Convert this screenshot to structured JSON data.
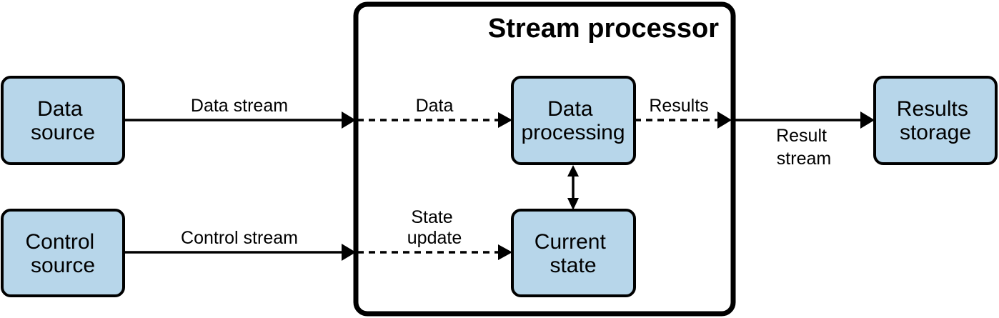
{
  "processor": {
    "title": "Stream processor"
  },
  "nodes": {
    "data_source": [
      "Data",
      "source"
    ],
    "control_source": [
      "Control",
      "source"
    ],
    "data_processing": [
      "Data",
      "processing"
    ],
    "current_state": [
      "Current",
      "state"
    ],
    "results_storage": [
      "Results",
      "storage"
    ]
  },
  "edges": {
    "data_stream": "Data stream",
    "control_stream": "Control stream",
    "data": "Data",
    "state_update": [
      "State",
      "update"
    ],
    "results": "Results",
    "result_stream": [
      "Result",
      "stream"
    ]
  },
  "colors": {
    "node_fill": "#b7d6ea",
    "stroke": "#000000"
  }
}
